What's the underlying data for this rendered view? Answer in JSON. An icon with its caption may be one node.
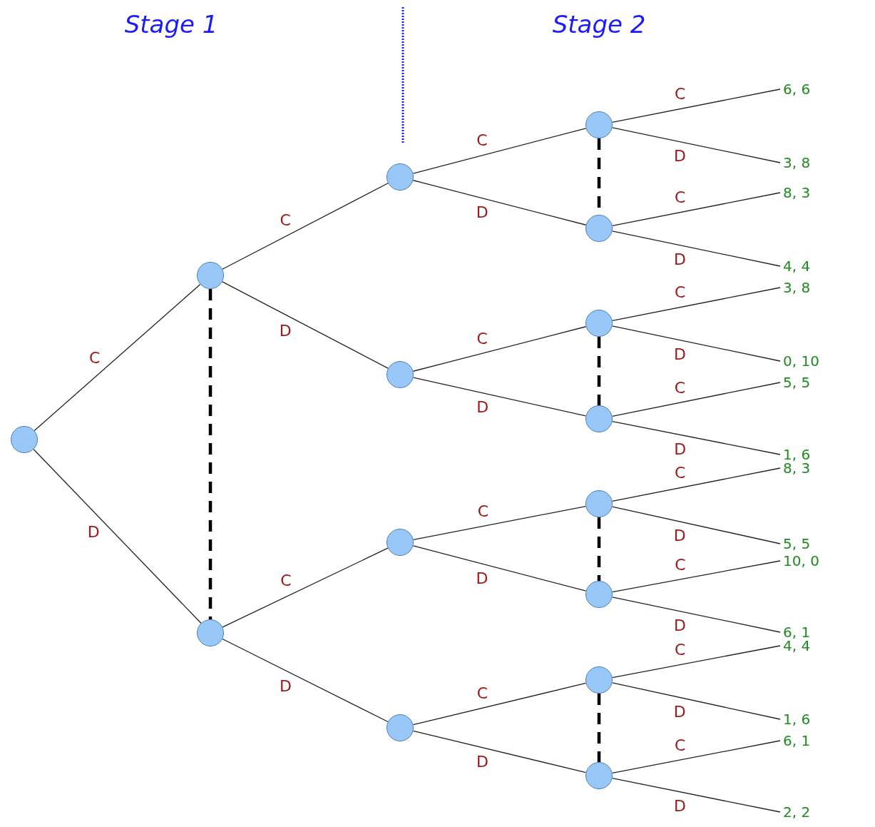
{
  "diagram": {
    "nodes": [
      {
        "text": [],
        "shape": "circle"
      },
      {
        "text": [],
        "shape": "circle"
      },
      {
        "text": [],
        "shape": "circle"
      },
      {
        "text": [],
        "shape": "circle"
      },
      {
        "text": [],
        "shape": "circle"
      },
      {
        "text": [],
        "shape": "circle"
      },
      {
        "text": [],
        "shape": "circle"
      },
      {
        "text": [],
        "shape": "circle"
      },
      {
        "text": [],
        "shape": "circle"
      },
      {
        "text": [],
        "shape": "circle"
      },
      {
        "text": [],
        "shape": "circle"
      },
      {
        "text": [],
        "shape": "circle"
      },
      {
        "text": [],
        "shape": "circle"
      },
      {
        "text": [],
        "shape": "circle"
      },
      {
        "text": [],
        "shape": "circle"
      },
      {
        "text": [
          "6, 6"
        ]
      },
      {
        "text": [
          "3, 8"
        ]
      },
      {
        "text": [
          "8, 3"
        ]
      },
      {
        "text": [
          "4, 4"
        ]
      },
      {
        "text": [
          "3, 8"
        ]
      },
      {
        "text": [
          "0, 10"
        ]
      },
      {
        "text": [
          "5, 5"
        ]
      },
      {
        "text": [
          "1, 6"
        ]
      },
      {
        "text": [
          "8, 3"
        ]
      },
      {
        "text": [
          "5, 5"
        ]
      },
      {
        "text": [
          "10, 0"
        ]
      },
      {
        "text": [
          "6, 1"
        ]
      },
      {
        "text": [
          "4, 4"
        ]
      },
      {
        "text": [
          "1, 6"
        ]
      },
      {
        "text": [
          "6, 1"
        ]
      },
      {
        "text": [
          "2, 2"
        ]
      }
    ],
    "edges": [
      {
        "from": 0,
        "to": 1,
        "arrow": "none",
        "label": "C"
      },
      {
        "from": 0,
        "to": 2,
        "arrow": "none",
        "label": "D"
      },
      {
        "from": 1,
        "to": 3,
        "arrow": "none",
        "label": "C"
      },
      {
        "from": 1,
        "to": 4,
        "arrow": "none",
        "label": "D"
      },
      {
        "from": 2,
        "to": 5,
        "arrow": "none",
        "label": "C"
      },
      {
        "from": 2,
        "to": 6,
        "arrow": "none",
        "label": "D"
      },
      {
        "from": 3,
        "to": 7,
        "arrow": "none",
        "label": "C"
      },
      {
        "from": 3,
        "to": 8,
        "arrow": "none",
        "label": "D"
      },
      {
        "from": 4,
        "to": 9,
        "arrow": "none",
        "label": "C"
      },
      {
        "from": 4,
        "to": 10,
        "arrow": "none",
        "label": "D"
      },
      {
        "from": 5,
        "to": 11,
        "arrow": "none",
        "label": "C"
      },
      {
        "from": 5,
        "to": 12,
        "arrow": "none",
        "label": "D"
      },
      {
        "from": 6,
        "to": 13,
        "arrow": "none",
        "label": "C"
      },
      {
        "from": 6,
        "to": 14,
        "arrow": "none",
        "label": "D"
      },
      {
        "from": 7,
        "to": 15,
        "arrow": "none",
        "label": "C"
      },
      {
        "from": 7,
        "to": 16,
        "arrow": "none",
        "label": "D"
      },
      {
        "from": 8,
        "to": 17,
        "arrow": "none",
        "label": "C"
      },
      {
        "from": 8,
        "to": 18,
        "arrow": "none",
        "label": "D"
      },
      {
        "from": 9,
        "to": 19,
        "arrow": "none",
        "label": "C"
      },
      {
        "from": 9,
        "to": 20,
        "arrow": "none",
        "label": "D"
      },
      {
        "from": 10,
        "to": 21,
        "arrow": "none",
        "label": "C"
      },
      {
        "from": 10,
        "to": 22,
        "arrow": "none",
        "label": "D"
      },
      {
        "from": 11,
        "to": 23,
        "arrow": "none",
        "label": "C"
      },
      {
        "from": 11,
        "to": 24,
        "arrow": "none",
        "label": "D"
      },
      {
        "from": 12,
        "to": 25,
        "arrow": "none",
        "label": "C"
      },
      {
        "from": 12,
        "to": 26,
        "arrow": "none",
        "label": "D"
      },
      {
        "from": 13,
        "to": 27,
        "arrow": "none",
        "label": "C"
      },
      {
        "from": 13,
        "to": 28,
        "arrow": "none",
        "label": "D"
      },
      {
        "from": 14,
        "to": 29,
        "arrow": "none",
        "label": "C"
      },
      {
        "from": 14,
        "to": 30,
        "arrow": "none",
        "label": "D"
      },
      {
        "from": 1,
        "to": 2,
        "arrow": "none",
        "style": "dashed"
      },
      {
        "from": 7,
        "to": 8,
        "arrow": "none",
        "style": "dashed"
      },
      {
        "from": 9,
        "to": 10,
        "arrow": "none",
        "style": "dashed"
      },
      {
        "from": 11,
        "to": 12,
        "arrow": "none",
        "style": "dashed"
      },
      {
        "from": 13,
        "to": 14,
        "arrow": "none",
        "style": "dashed"
      }
    ],
    "labels": [
      "Stage 1",
      "Stage 2"
    ]
  }
}
